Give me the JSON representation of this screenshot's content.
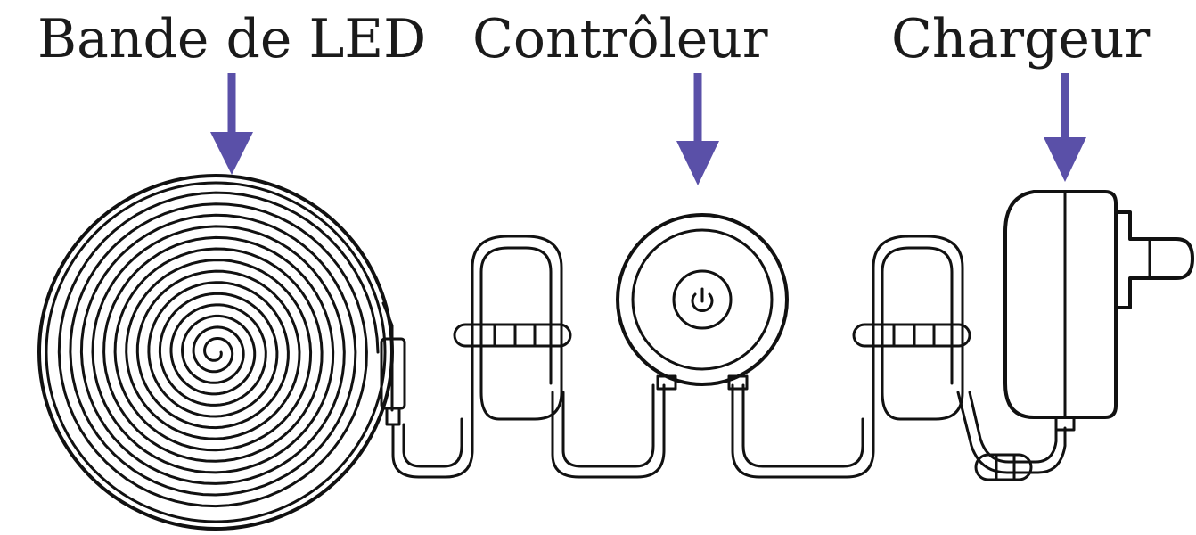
{
  "labels": {
    "led_strip": "Bande de LED",
    "controller": "Contrôleur",
    "charger": "Chargeur"
  },
  "colors": {
    "arrow": "#5a50a8",
    "outline": "#111111",
    "background": "#ffffff"
  },
  "icons": {
    "power": "power-icon"
  }
}
